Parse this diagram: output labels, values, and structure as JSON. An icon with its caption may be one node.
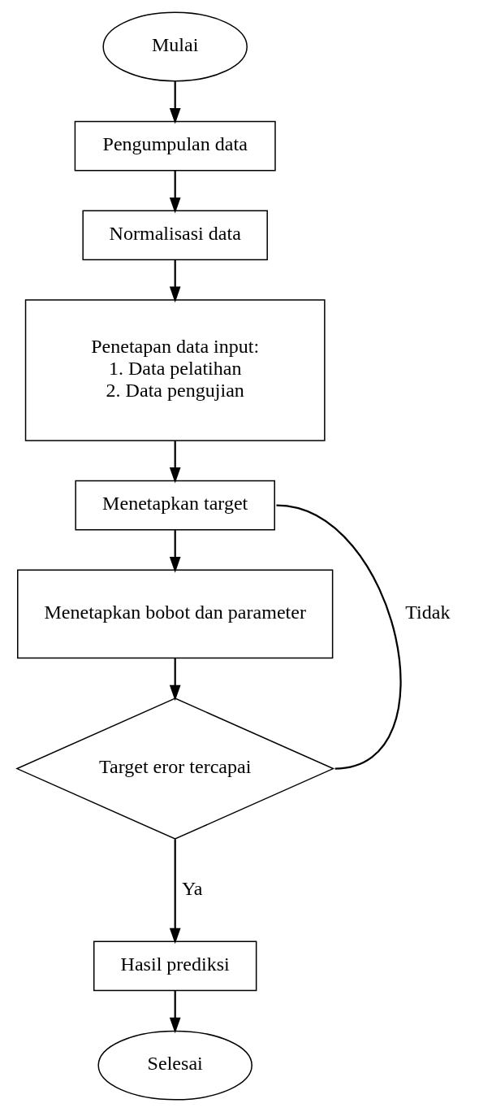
{
  "diagram": {
    "nodes": [
      {
        "text": [
          "Mulai"
        ]
      },
      {
        "text": [
          "Pengumpulan data"
        ]
      },
      {
        "text": [
          "Normalisasi data"
        ]
      },
      {
        "text": [
          "Penetapan data input:",
          "1. Data pelatihan",
          "2. Data pengujian"
        ]
      },
      {
        "text": [
          "Menetapkan target"
        ]
      },
      {
        "text": [
          "Menetapkan bobot dan parameter"
        ]
      },
      {
        "text": [
          "Target eror tercapai"
        ]
      },
      {
        "text": [
          "Hasil prediksi"
        ]
      },
      {
        "text": [
          "Selesai"
        ]
      }
    ],
    "edges": [
      {
        "from": 0,
        "to": 1,
        "arrow": "to"
      },
      {
        "from": 1,
        "to": 2,
        "arrow": "to"
      },
      {
        "from": 2,
        "to": 3,
        "arrow": "to"
      },
      {
        "from": 3,
        "to": 4,
        "arrow": "to"
      },
      {
        "from": 4,
        "to": 5,
        "arrow": "to"
      },
      {
        "from": 5,
        "to": 6,
        "arrow": "to"
      },
      {
        "from": 6,
        "to": 7,
        "label": "Ya",
        "arrow": "to"
      },
      {
        "from": 7,
        "to": 8,
        "arrow": "to"
      },
      {
        "from": 6,
        "to": 4,
        "label": "Tidak",
        "arrow": "none"
      }
    ]
  }
}
